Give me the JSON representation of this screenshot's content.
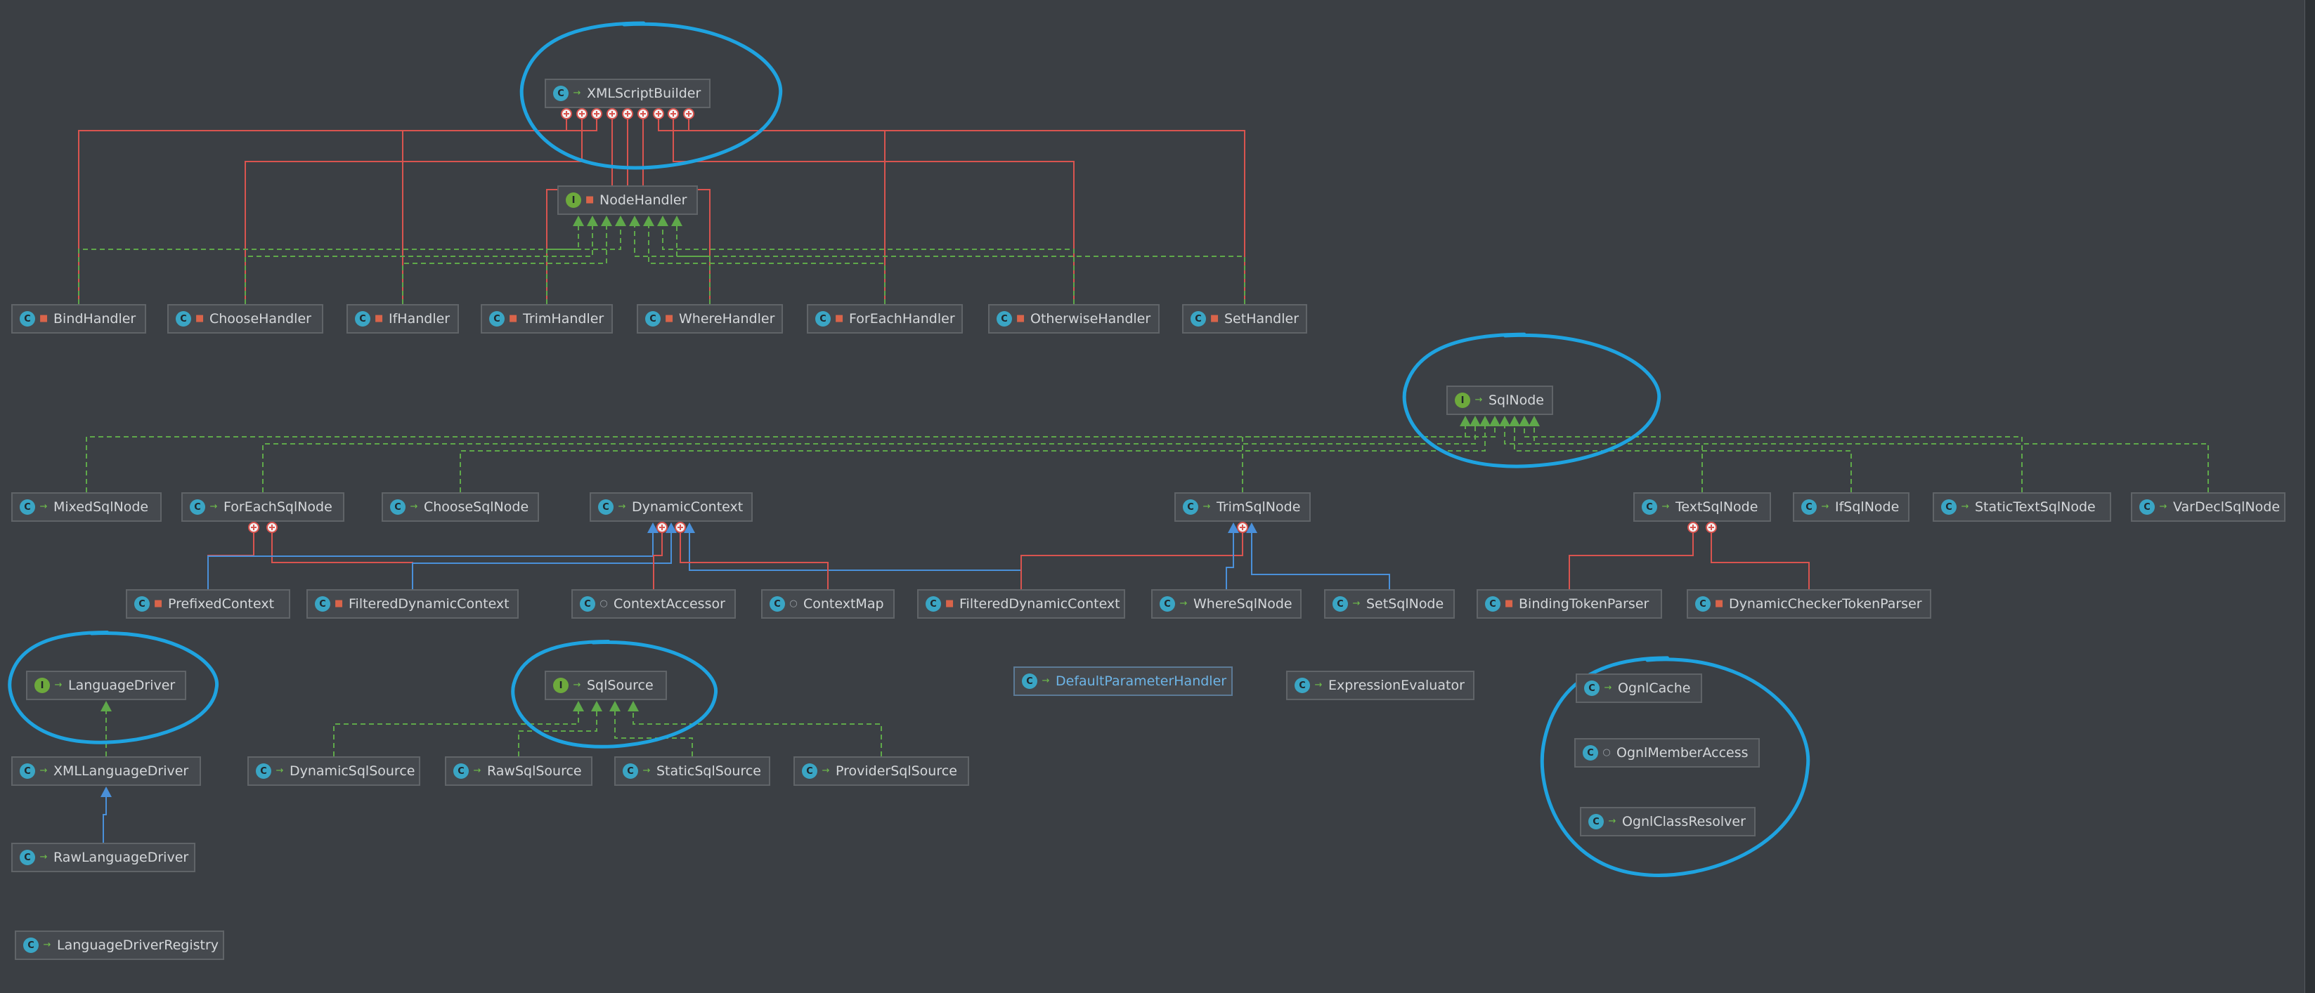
{
  "diagram": {
    "nodes": [
      {
        "id": "xmlscriptbuilder",
        "label": "XMLScriptBuilder",
        "kind": "class",
        "visibility": "public"
      },
      {
        "id": "nodehandler",
        "label": "NodeHandler",
        "kind": "interface",
        "visibility": "private"
      },
      {
        "id": "bindhandler",
        "label": "BindHandler",
        "kind": "class",
        "visibility": "private"
      },
      {
        "id": "choosehandler",
        "label": "ChooseHandler",
        "kind": "class",
        "visibility": "private"
      },
      {
        "id": "ifhandler",
        "label": "IfHandler",
        "kind": "class",
        "visibility": "private"
      },
      {
        "id": "trimhandler",
        "label": "TrimHandler",
        "kind": "class",
        "visibility": "private"
      },
      {
        "id": "wherehandler",
        "label": "WhereHandler",
        "kind": "class",
        "visibility": "private"
      },
      {
        "id": "foreachhandler",
        "label": "ForEachHandler",
        "kind": "class",
        "visibility": "private"
      },
      {
        "id": "otherwisehandler",
        "label": "OtherwiseHandler",
        "kind": "class",
        "visibility": "private"
      },
      {
        "id": "sethandler",
        "label": "SetHandler",
        "kind": "class",
        "visibility": "private"
      },
      {
        "id": "sqlnode",
        "label": "SqlNode",
        "kind": "interface",
        "visibility": "public"
      },
      {
        "id": "mixedsqlnode",
        "label": "MixedSqlNode",
        "kind": "class",
        "visibility": "public"
      },
      {
        "id": "foreachsqlnode",
        "label": "ForEachSqlNode",
        "kind": "class",
        "visibility": "public"
      },
      {
        "id": "choosesqlnode",
        "label": "ChooseSqlNode",
        "kind": "class",
        "visibility": "public"
      },
      {
        "id": "dynamiccontext",
        "label": "DynamicContext",
        "kind": "class",
        "visibility": "public"
      },
      {
        "id": "trimsqlnode",
        "label": "TrimSqlNode",
        "kind": "class",
        "visibility": "public"
      },
      {
        "id": "textsqlnode",
        "label": "TextSqlNode",
        "kind": "class",
        "visibility": "public"
      },
      {
        "id": "ifsqlnode",
        "label": "IfSqlNode",
        "kind": "class",
        "visibility": "public"
      },
      {
        "id": "statictextsqlnode",
        "label": "StaticTextSqlNode",
        "kind": "class",
        "visibility": "public"
      },
      {
        "id": "vardeclsqlnode",
        "label": "VarDeclSqlNode",
        "kind": "class",
        "visibility": "public"
      },
      {
        "id": "prefixedcontext",
        "label": "PrefixedContext",
        "kind": "class",
        "visibility": "private"
      },
      {
        "id": "filtereddynamiccontext1",
        "label": "FilteredDynamicContext",
        "kind": "class",
        "visibility": "private"
      },
      {
        "id": "contextaccessor",
        "label": "ContextAccessor",
        "kind": "class",
        "visibility": "package"
      },
      {
        "id": "contextmap",
        "label": "ContextMap",
        "kind": "class",
        "visibility": "package"
      },
      {
        "id": "filtereddynamiccontext2",
        "label": "FilteredDynamicContext",
        "kind": "class",
        "visibility": "private"
      },
      {
        "id": "wheresqlnode",
        "label": "WhereSqlNode",
        "kind": "class",
        "visibility": "public"
      },
      {
        "id": "setsqlnode",
        "label": "SetSqlNode",
        "kind": "class",
        "visibility": "public"
      },
      {
        "id": "bindingtokenparser",
        "label": "BindingTokenParser",
        "kind": "class",
        "visibility": "private"
      },
      {
        "id": "dynamiccheckertokenparser",
        "label": "DynamicCheckerTokenParser",
        "kind": "class",
        "visibility": "private"
      },
      {
        "id": "languagedriver",
        "label": "LanguageDriver",
        "kind": "interface",
        "visibility": "public"
      },
      {
        "id": "xmllanguagedriver",
        "label": "XMLLanguageDriver",
        "kind": "class",
        "visibility": "public"
      },
      {
        "id": "rawlanguagedriver",
        "label": "RawLanguageDriver",
        "kind": "class",
        "visibility": "public"
      },
      {
        "id": "languagedriverregistry",
        "label": "LanguageDriverRegistry",
        "kind": "class",
        "visibility": "public"
      },
      {
        "id": "sqlsource",
        "label": "SqlSource",
        "kind": "interface",
        "visibility": "public"
      },
      {
        "id": "dynamicsqlsource",
        "label": "DynamicSqlSource",
        "kind": "class",
        "visibility": "public"
      },
      {
        "id": "rawsqlsource",
        "label": "RawSqlSource",
        "kind": "class",
        "visibility": "public"
      },
      {
        "id": "staticsqlsource",
        "label": "StaticSqlSource",
        "kind": "class",
        "visibility": "public"
      },
      {
        "id": "providersqlsource",
        "label": "ProviderSqlSource",
        "kind": "class",
        "visibility": "public"
      },
      {
        "id": "defaultparameterhandler",
        "label": "DefaultParameterHandler",
        "kind": "class",
        "visibility": "public",
        "highlight": true
      },
      {
        "id": "expressionevaluator",
        "label": "ExpressionEvaluator",
        "kind": "class",
        "visibility": "public"
      },
      {
        "id": "ognlcache",
        "label": "OgnlCache",
        "kind": "class",
        "visibility": "public"
      },
      {
        "id": "ognlmemberaccess",
        "label": "OgnlMemberAccess",
        "kind": "class",
        "visibility": "package"
      },
      {
        "id": "ognlclassresolver",
        "label": "OgnlClassResolver",
        "kind": "class",
        "visibility": "public"
      }
    ],
    "edges": [
      {
        "from": "bindhandler",
        "to": "xmlscriptbuilder",
        "type": "inner"
      },
      {
        "from": "choosehandler",
        "to": "xmlscriptbuilder",
        "type": "inner"
      },
      {
        "from": "ifhandler",
        "to": "xmlscriptbuilder",
        "type": "inner"
      },
      {
        "from": "trimhandler",
        "to": "xmlscriptbuilder",
        "type": "inner"
      },
      {
        "from": "nodehandler",
        "to": "xmlscriptbuilder",
        "type": "inner"
      },
      {
        "from": "wherehandler",
        "to": "xmlscriptbuilder",
        "type": "inner"
      },
      {
        "from": "foreachhandler",
        "to": "xmlscriptbuilder",
        "type": "inner"
      },
      {
        "from": "otherwisehandler",
        "to": "xmlscriptbuilder",
        "type": "inner"
      },
      {
        "from": "sethandler",
        "to": "xmlscriptbuilder",
        "type": "inner"
      },
      {
        "from": "bindhandler",
        "to": "nodehandler",
        "type": "implements"
      },
      {
        "from": "choosehandler",
        "to": "nodehandler",
        "type": "implements"
      },
      {
        "from": "ifhandler",
        "to": "nodehandler",
        "type": "implements"
      },
      {
        "from": "trimhandler",
        "to": "nodehandler",
        "type": "implements"
      },
      {
        "from": "wherehandler",
        "to": "nodehandler",
        "type": "implements"
      },
      {
        "from": "foreachhandler",
        "to": "nodehandler",
        "type": "implements"
      },
      {
        "from": "otherwisehandler",
        "to": "nodehandler",
        "type": "implements"
      },
      {
        "from": "sethandler",
        "to": "nodehandler",
        "type": "implements"
      },
      {
        "from": "mixedsqlnode",
        "to": "sqlnode",
        "type": "implements"
      },
      {
        "from": "foreachsqlnode",
        "to": "sqlnode",
        "type": "implements"
      },
      {
        "from": "choosesqlnode",
        "to": "sqlnode",
        "type": "implements"
      },
      {
        "from": "trimsqlnode",
        "to": "sqlnode",
        "type": "implements"
      },
      {
        "from": "textsqlnode",
        "to": "sqlnode",
        "type": "implements"
      },
      {
        "from": "ifsqlnode",
        "to": "sqlnode",
        "type": "implements"
      },
      {
        "from": "statictextsqlnode",
        "to": "sqlnode",
        "type": "implements"
      },
      {
        "from": "vardeclsqlnode",
        "to": "sqlnode",
        "type": "implements"
      },
      {
        "from": "prefixedcontext",
        "to": "foreachsqlnode",
        "type": "inner"
      },
      {
        "from": "filtereddynamiccontext1",
        "to": "foreachsqlnode",
        "type": "inner"
      },
      {
        "from": "prefixedcontext",
        "to": "dynamiccontext",
        "type": "extends"
      },
      {
        "from": "filtereddynamiccontext1",
        "to": "dynamiccontext",
        "type": "extends"
      },
      {
        "from": "contextaccessor",
        "to": "dynamiccontext",
        "type": "inner"
      },
      {
        "from": "contextmap",
        "to": "dynamiccontext",
        "type": "inner"
      },
      {
        "from": "filtereddynamiccontext2",
        "to": "dynamiccontext",
        "type": "extends"
      },
      {
        "from": "filtereddynamiccontext2",
        "to": "trimsqlnode",
        "type": "inner"
      },
      {
        "from": "wheresqlnode",
        "to": "trimsqlnode",
        "type": "extends"
      },
      {
        "from": "setsqlnode",
        "to": "trimsqlnode",
        "type": "extends"
      },
      {
        "from": "bindingtokenparser",
        "to": "textsqlnode",
        "type": "inner"
      },
      {
        "from": "dynamiccheckertokenparser",
        "to": "textsqlnode",
        "type": "inner"
      },
      {
        "from": "xmllanguagedriver",
        "to": "languagedriver",
        "type": "implements"
      },
      {
        "from": "rawlanguagedriver",
        "to": "xmllanguagedriver",
        "type": "extends"
      },
      {
        "from": "dynamicsqlsource",
        "to": "sqlsource",
        "type": "implements"
      },
      {
        "from": "rawsqlsource",
        "to": "sqlsource",
        "type": "implements"
      },
      {
        "from": "staticsqlsource",
        "to": "sqlsource",
        "type": "implements"
      },
      {
        "from": "providersqlsource",
        "to": "sqlsource",
        "type": "implements"
      }
    ],
    "annotation_circles": [
      {
        "name": "circle-xmlscriptbuilder",
        "target": "xmlscriptbuilder"
      },
      {
        "name": "circle-sqlnode",
        "target": "sqlnode"
      },
      {
        "name": "circle-languagedriver",
        "target": "languagedriver"
      },
      {
        "name": "circle-sqlsource",
        "target": "sqlsource"
      },
      {
        "name": "circle-ognl-group",
        "target": "ognlcache"
      }
    ],
    "colors": {
      "background": "#3b3f44",
      "node_fill": "#45494e",
      "node_border": "#606468",
      "text": "#d4d7da",
      "class_icon": "#3aa5c4",
      "interface_icon": "#6da93c",
      "inner_edge": "#d9544f",
      "implements_edge": "#5fa84a",
      "extends_edge": "#4a90d9",
      "annotation": "#1fa3e0",
      "highlight_text": "#6db4e6"
    }
  }
}
